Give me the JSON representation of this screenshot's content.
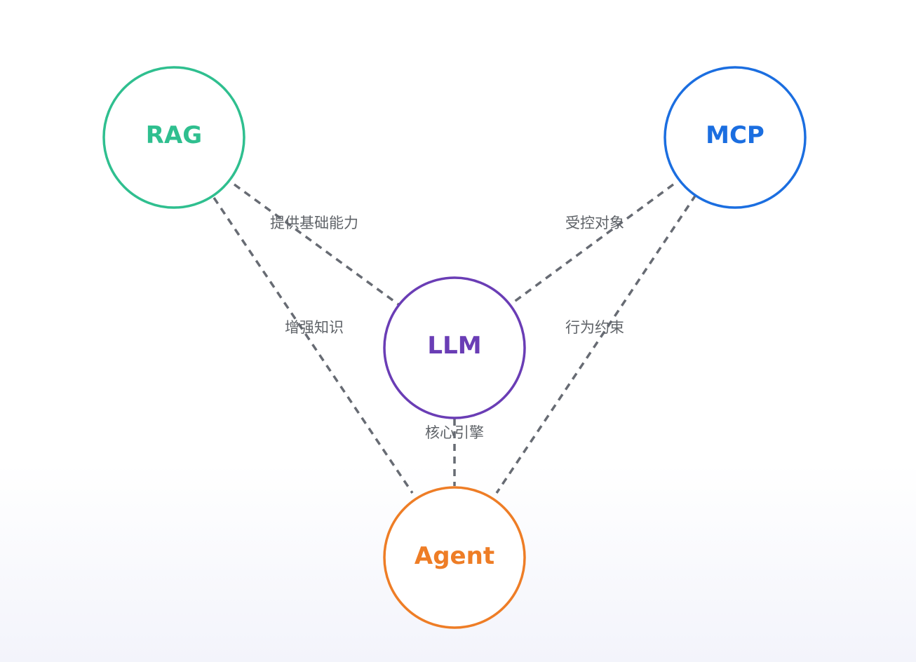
{
  "nodes": {
    "rag": {
      "label": "RAG",
      "color": "#2fbf8f"
    },
    "mcp": {
      "label": "MCP",
      "color": "#1b6ee0"
    },
    "llm": {
      "label": "LLM",
      "color": "#6a3db5"
    },
    "agent": {
      "label": "Agent",
      "color": "#ee7d26"
    }
  },
  "edges": {
    "rag_llm": {
      "label": "提供基础能力"
    },
    "mcp_llm": {
      "label": "受控对象"
    },
    "rag_agent": {
      "label": "增强知识"
    },
    "mcp_agent": {
      "label": "行为约束"
    },
    "llm_agent": {
      "label": "核心引擎"
    }
  },
  "style": {
    "edge_color": "#676b73",
    "edge_label_color": "#5f6368"
  }
}
